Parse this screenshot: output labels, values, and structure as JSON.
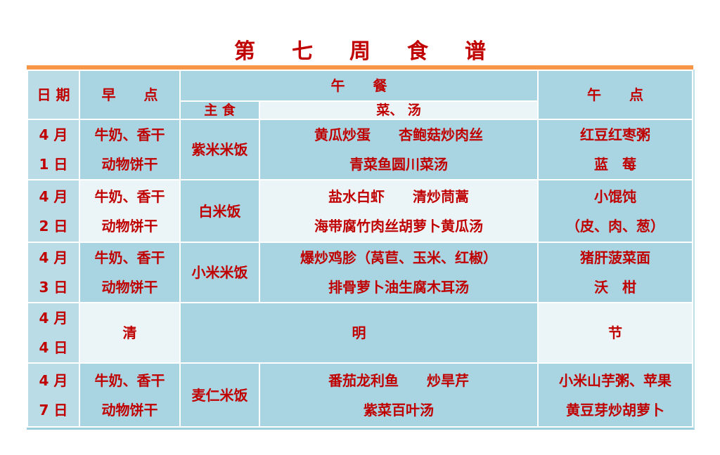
{
  "page": {
    "title": "第七周食谱"
  },
  "colors": {
    "accent_orange": "#F79646",
    "text_red": "#C00000",
    "cell_blue": "#A9D4E1",
    "cell_date_blue": "#B9DCE7",
    "cell_pale": "#EBF5F8"
  },
  "table": {
    "headers": {
      "date": "日 期",
      "breakfast": "早　　点",
      "lunch": "午　　餐",
      "staple": "主 食",
      "dishes": "菜、 汤",
      "snack": "午　　点"
    },
    "rows": [
      {
        "date": "4 月\n1 日",
        "breakfast": "牛奶、香干\n动物饼干",
        "staple": "紫米米饭",
        "dishes": "黄瓜炒蛋　　杏鲍菇炒肉丝\n青菜鱼圆川菜汤",
        "snack": "红豆红枣粥\n蓝　莓"
      },
      {
        "date": "4 月\n2 日",
        "breakfast": "牛奶、香干\n动物饼干",
        "staple": "白米饭",
        "dishes": "盐水白虾　　清炒茼蒿\n海带腐竹肉丝胡萝卜黄瓜汤",
        "snack": "小馄饨\n（皮、肉、葱）"
      },
      {
        "date": "4 月\n3 日",
        "breakfast": "牛奶、香干\n动物饼干",
        "staple": "小米米饭",
        "dishes": "爆炒鸡胗（莴苣、玉米、红椒）\n排骨萝卜油生腐木耳汤",
        "snack": "猪肝菠菜面\n沃　柑"
      },
      {
        "date": "4 月\n4 日",
        "breakfast": "清",
        "lunch_merged": "明",
        "snack": "节"
      },
      {
        "date": "4 月\n7 日",
        "breakfast": "牛奶、香干\n动物饼干",
        "staple": "麦仁米饭",
        "dishes": "番茄龙利鱼　　炒旱芹\n紫菜百叶汤",
        "snack": "小米山芋粥、苹果\n黄豆芽炒胡萝卜"
      }
    ]
  }
}
